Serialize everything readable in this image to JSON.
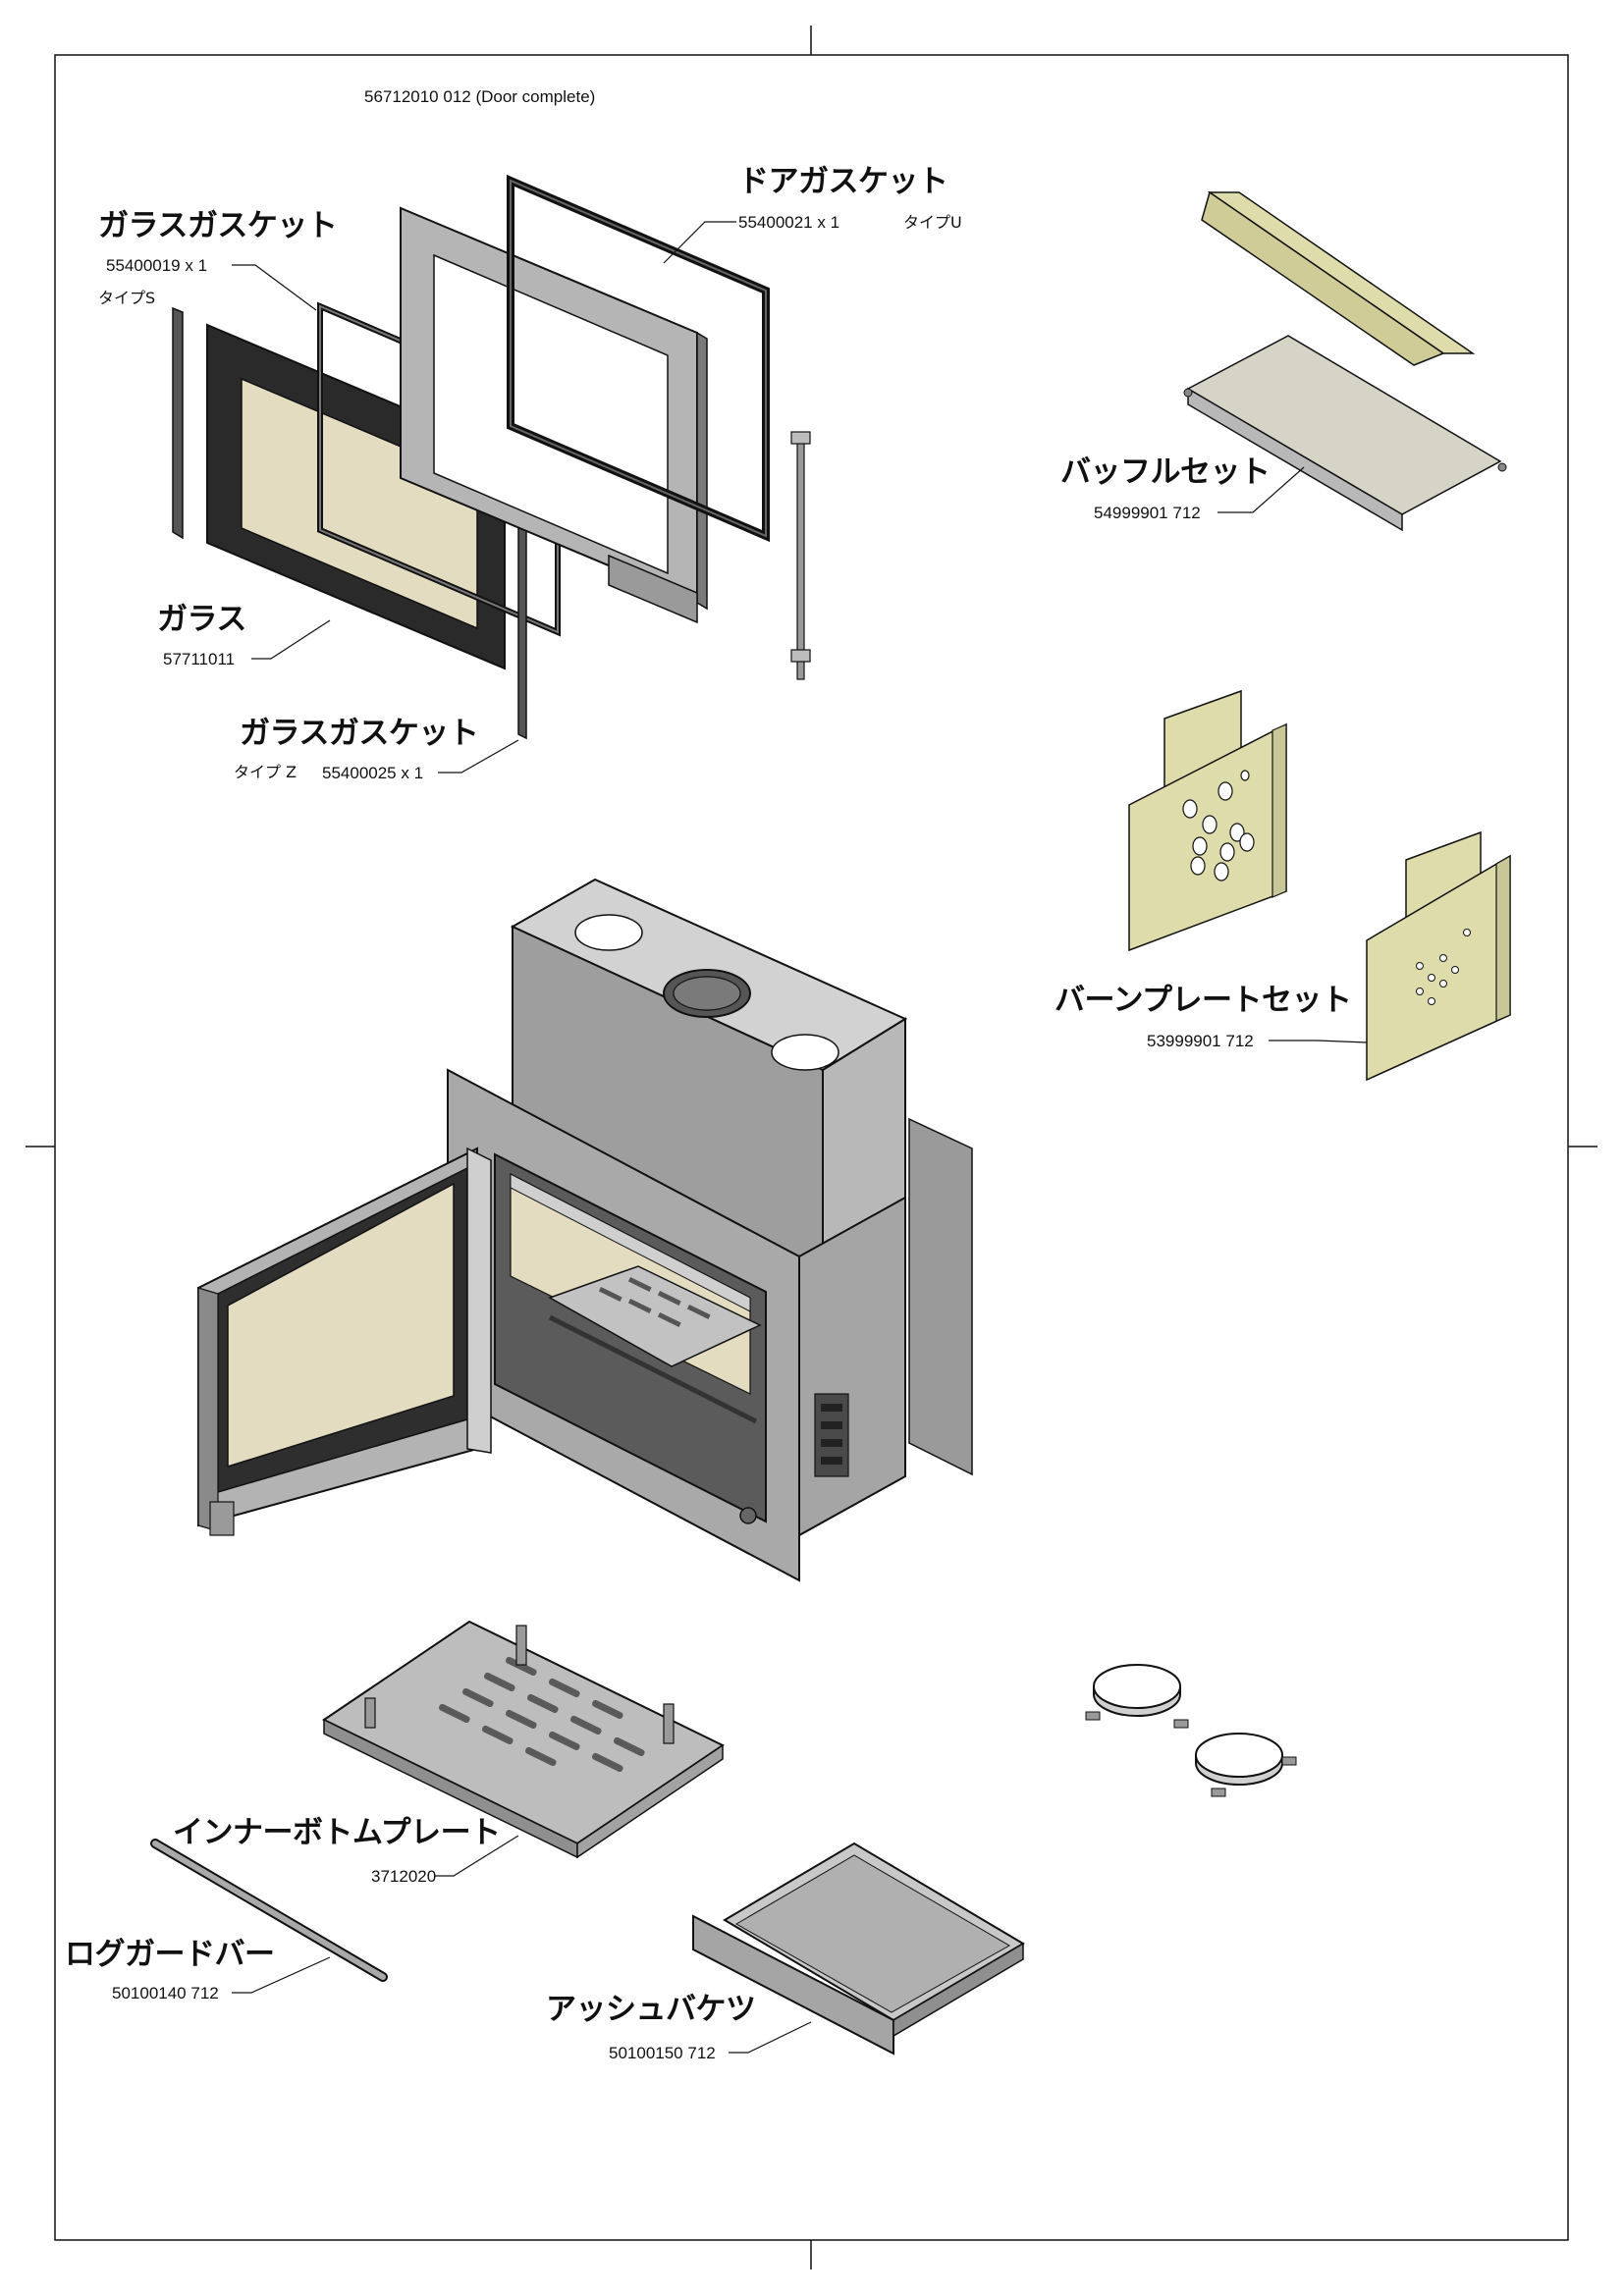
{
  "header": {
    "door_complete": "56712010 012 (Door complete)"
  },
  "parts": {
    "door_gasket": {
      "name": "ドアガスケット",
      "number": "55400021 x 1",
      "type": "タイプU"
    },
    "glass_gasket_s": {
      "name": "ガラスガスケット",
      "number": "55400019 x 1",
      "type": "タイプS"
    },
    "glass": {
      "name": "ガラス",
      "number": "57711011"
    },
    "glass_gasket_z": {
      "name": "ガラスガスケット",
      "number": "55400025 x 1",
      "type": "タイプ Z"
    },
    "baffle_set": {
      "name": "バッフルセット",
      "number": "54999901 712"
    },
    "burn_plate_set": {
      "name": "バーンプレートセット",
      "number": "53999901 712"
    },
    "inner_bottom_plate": {
      "name": "インナーボトムプレート",
      "number": "3712020"
    },
    "log_guard_bar": {
      "name": "ログガードバー",
      "number": "50100140 712"
    },
    "ash_bucket": {
      "name": "アッシュバケツ",
      "number": "50100150 712"
    }
  },
  "colors": {
    "steel": "#a9a9a9",
    "steel_dark": "#6e6e6e",
    "steel_light": "#cfcfcf",
    "glass": "#e3dcc0",
    "vermiculite": "#dfdcab",
    "outline": "#111111"
  }
}
